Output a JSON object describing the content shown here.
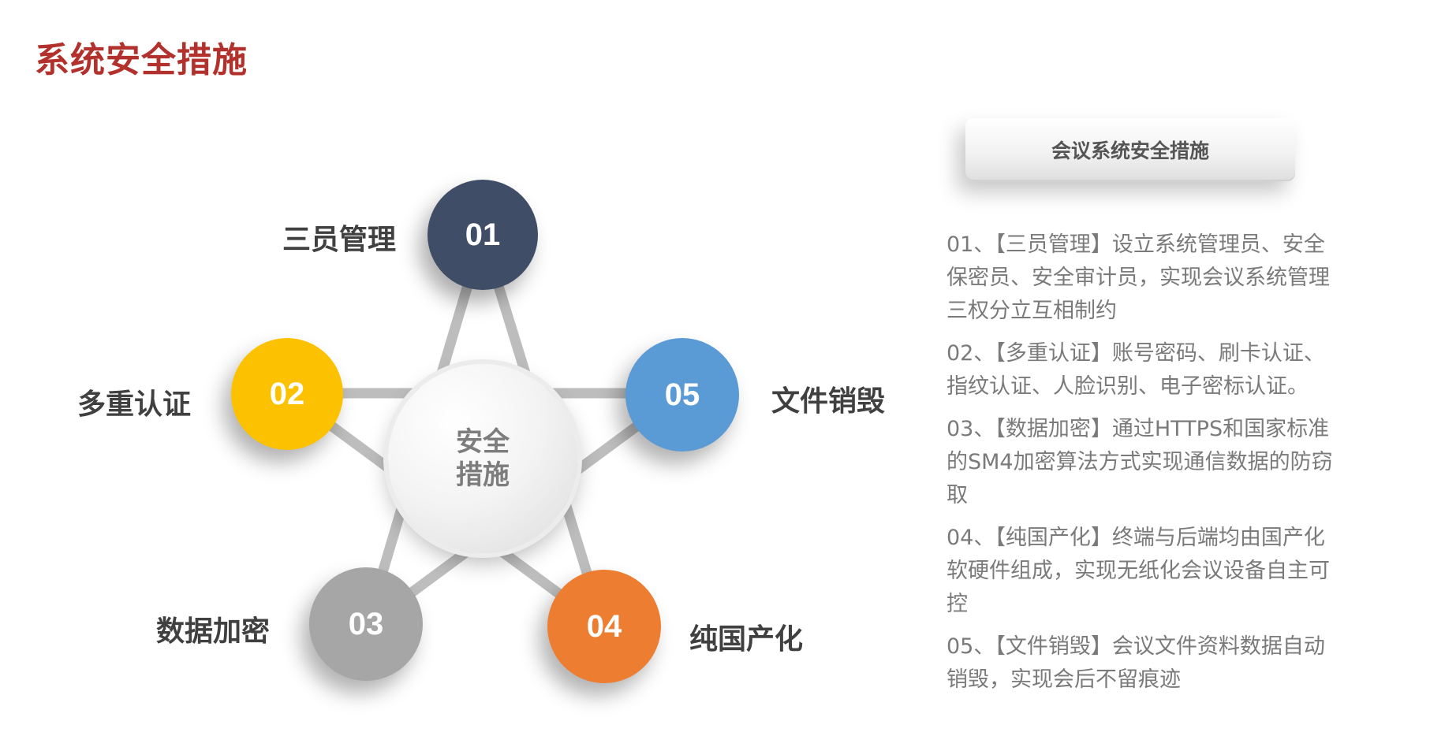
{
  "title": "系统安全措施",
  "colors": {
    "title": "#b3312c",
    "node_01": "#3f4d66",
    "node_02": "#fcc100",
    "node_03": "#a6a6a6",
    "node_04": "#ed7d31",
    "node_05": "#5b9bd5"
  },
  "center": {
    "line1": "安全",
    "line2": "措施"
  },
  "nodes": [
    {
      "number": "01",
      "label": "三员管理"
    },
    {
      "number": "02",
      "label": "多重认证"
    },
    {
      "number": "03",
      "label": "数据加密"
    },
    {
      "number": "04",
      "label": "纯国产化"
    },
    {
      "number": "05",
      "label": "文件销毁"
    }
  ],
  "panel": {
    "header": "会议系统安全措施",
    "items": [
      "01、【三员管理】设立系统管理员、安全保密员、安全审计员，实现会议系统管理三权分立互相制约",
      "02、【多重认证】账号密码、刷卡认证、指纹认证、人脸识别、电子密标认证。",
      "03、【数据加密】通过HTTPS和国家标准的SM4加密算法方式实现通信数据的防窃取",
      "04、【纯国产化】终端与后端均由国产化软硬件组成，实现无纸化会议设备自主可控",
      "05、【文件销毁】会议文件资料数据自动销毁，实现会后不留痕迹"
    ]
  }
}
